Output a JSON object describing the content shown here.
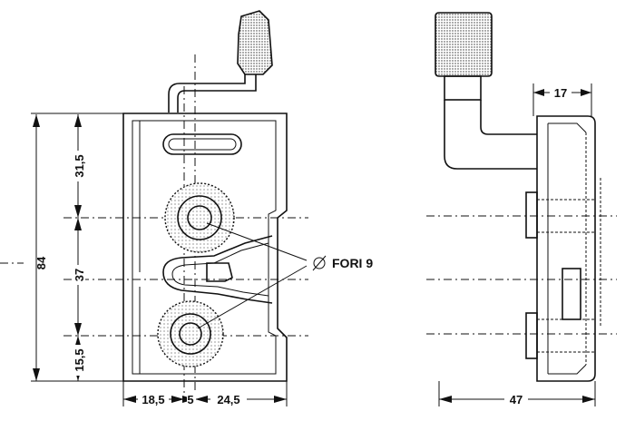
{
  "front_view": {
    "dims_vertical": {
      "overall": "84",
      "top": "31,5",
      "middle": "37",
      "bottom": "15,5"
    },
    "dims_horizontal": {
      "left": "18,5",
      "center": "5",
      "right": "24,5"
    },
    "callout": {
      "symbol": "Ø",
      "label": "FORI 9"
    }
  },
  "side_view": {
    "dims": {
      "top": "17",
      "bottom": "47"
    }
  }
}
